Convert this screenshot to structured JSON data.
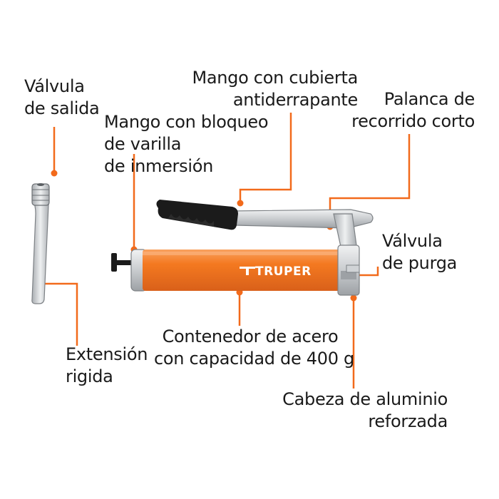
{
  "labels": {
    "valvula_salida": [
      "Válvula",
      "de salida"
    ],
    "mango_bloqueo": [
      "Mango con bloqueo",
      "de varilla",
      "de inmersión"
    ],
    "mango_cubierta": [
      "Mango con cubierta",
      "antiderrapante"
    ],
    "palanca": [
      "Palanca de",
      "recorrido corto"
    ],
    "valvula_purga": [
      "Válvula",
      "de purga"
    ],
    "extension": [
      "Extensión",
      "rigida"
    ],
    "contenedor": [
      "Contenedor de acero",
      "con capacidad de 400 g"
    ],
    "cabeza": [
      "Cabeza de aluminio",
      "reforzada"
    ]
  },
  "brand": "TRUPER",
  "colors": {
    "leader": "#f26a1b",
    "barrel": "#f47920",
    "barrel_dark": "#d9601a",
    "metal": "#c9cccf",
    "grip": "#1b1b1b",
    "text": "#1a1a1a"
  },
  "icons": [
    "grease-gun-image",
    "extension-nozzle-image",
    "truper-logo-icon"
  ]
}
